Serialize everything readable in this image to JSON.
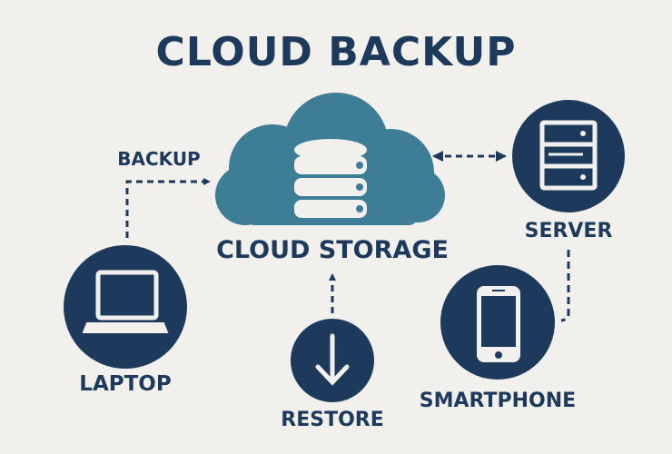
{
  "title": "CLOUD BACKUP",
  "nodes": {
    "cloud": {
      "label": "CLOUD STORAGE",
      "icon": "database-icon"
    },
    "server": {
      "label": "SERVER",
      "icon": "server-icon"
    },
    "smartphone": {
      "label": "SMARTPHONE",
      "icon": "smartphone-icon"
    },
    "laptop": {
      "label": "LAPTOP",
      "icon": "laptop-icon"
    },
    "restore": {
      "label": "RESTORE",
      "icon": "arrow-down-icon"
    }
  },
  "edges": {
    "backup_label": "BACKUP"
  },
  "colors": {
    "navy": "#1d3a5c",
    "cloud": "#3d7d96",
    "background": "#f1f0ec"
  }
}
